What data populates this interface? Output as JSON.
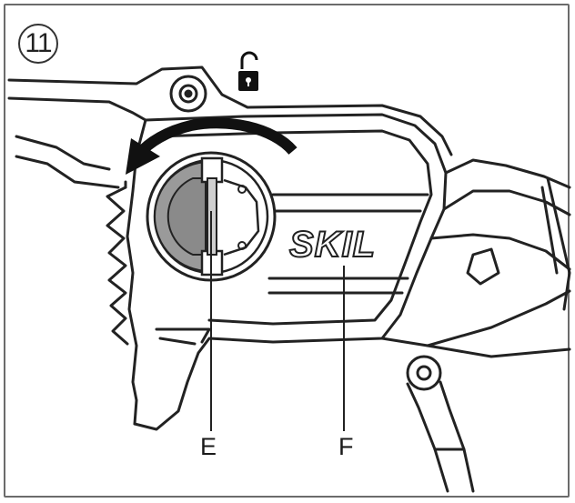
{
  "figure": {
    "step_number": "11",
    "brand": "SKIL",
    "callouts": {
      "e": "E",
      "f": "F"
    },
    "icons": [
      "unlock-icon",
      "rotate-counterclockwise-arrow-icon"
    ],
    "colors": {
      "line": "#222222",
      "knob": "#9a9a9a",
      "knob_dark": "#6e6e6e",
      "background": "#ffffff"
    }
  }
}
